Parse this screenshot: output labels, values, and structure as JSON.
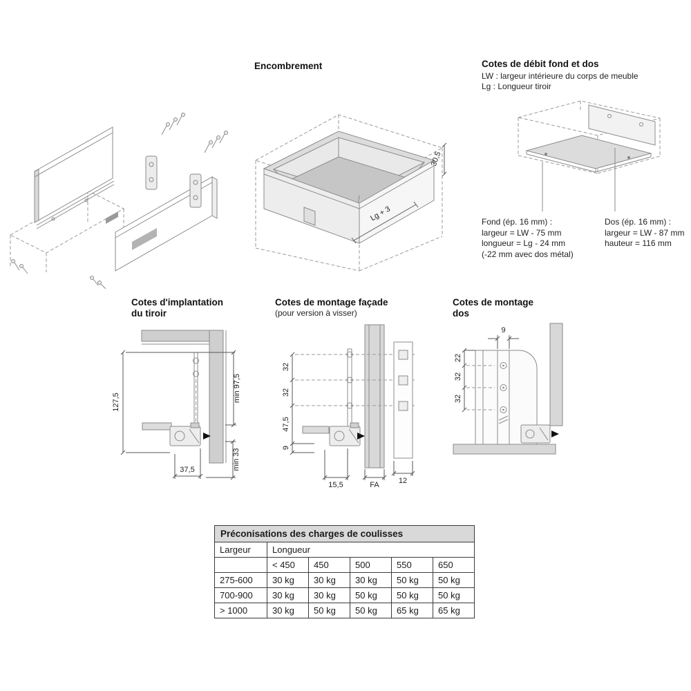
{
  "encombrement": {
    "title": "Encombrement",
    "dim_height": "30,5",
    "dim_length": "Lg + 3"
  },
  "debit": {
    "title": "Cotes de débit fond et dos",
    "legend_lw": "LW : largeur intérieure du corps de meuble",
    "legend_lg": "Lg : Longueur tiroir",
    "fond_lines": [
      "Fond (ép. 16 mm) :",
      "largeur = LW - 75 mm",
      "longueur = Lg - 24 mm",
      "(-22 mm avec dos métal)"
    ],
    "dos_lines": [
      "Dos (ép. 16 mm) :",
      "largeur = LW - 87 mm",
      "hauteur = 116 mm"
    ]
  },
  "implantation": {
    "title1": "Cotes d'implantation",
    "title2": "du tiroir",
    "dim_left": "127,5",
    "dim_right": "min 97,5",
    "dim_bottom": "37,5",
    "dim_corner": "min 33"
  },
  "facade": {
    "title1": "Cotes de montage façade",
    "title2": "(pour version à visser)",
    "dim_h1": "32",
    "dim_h2": "32",
    "dim_h3": "47,5",
    "dim_h4": "9",
    "dim_b1": "15,5",
    "dim_b2": "FA",
    "dim_strip": "12"
  },
  "montage_dos": {
    "title1": "Cotes de montage",
    "title2": "dos",
    "dim_top": "9",
    "dim_v1": "22",
    "dim_v2": "32",
    "dim_v3": "32"
  },
  "table": {
    "title": "Préconisations des charges de coulisses",
    "header_left": "Largeur",
    "header_right": "Longueur",
    "length_cols": [
      "< 450",
      "450",
      "500",
      "550",
      "650"
    ],
    "rows": [
      {
        "largeur": "275-600",
        "values": [
          "30 kg",
          "30 kg",
          "30 kg",
          "50 kg",
          "50 kg"
        ]
      },
      {
        "largeur": "700-900",
        "values": [
          "30 kg",
          "30 kg",
          "50 kg",
          "50 kg",
          "50 kg"
        ]
      },
      {
        "largeur": "> 1000",
        "values": [
          "30 kg",
          "50 kg",
          "50 kg",
          "65 kg",
          "65 kg"
        ]
      }
    ]
  }
}
